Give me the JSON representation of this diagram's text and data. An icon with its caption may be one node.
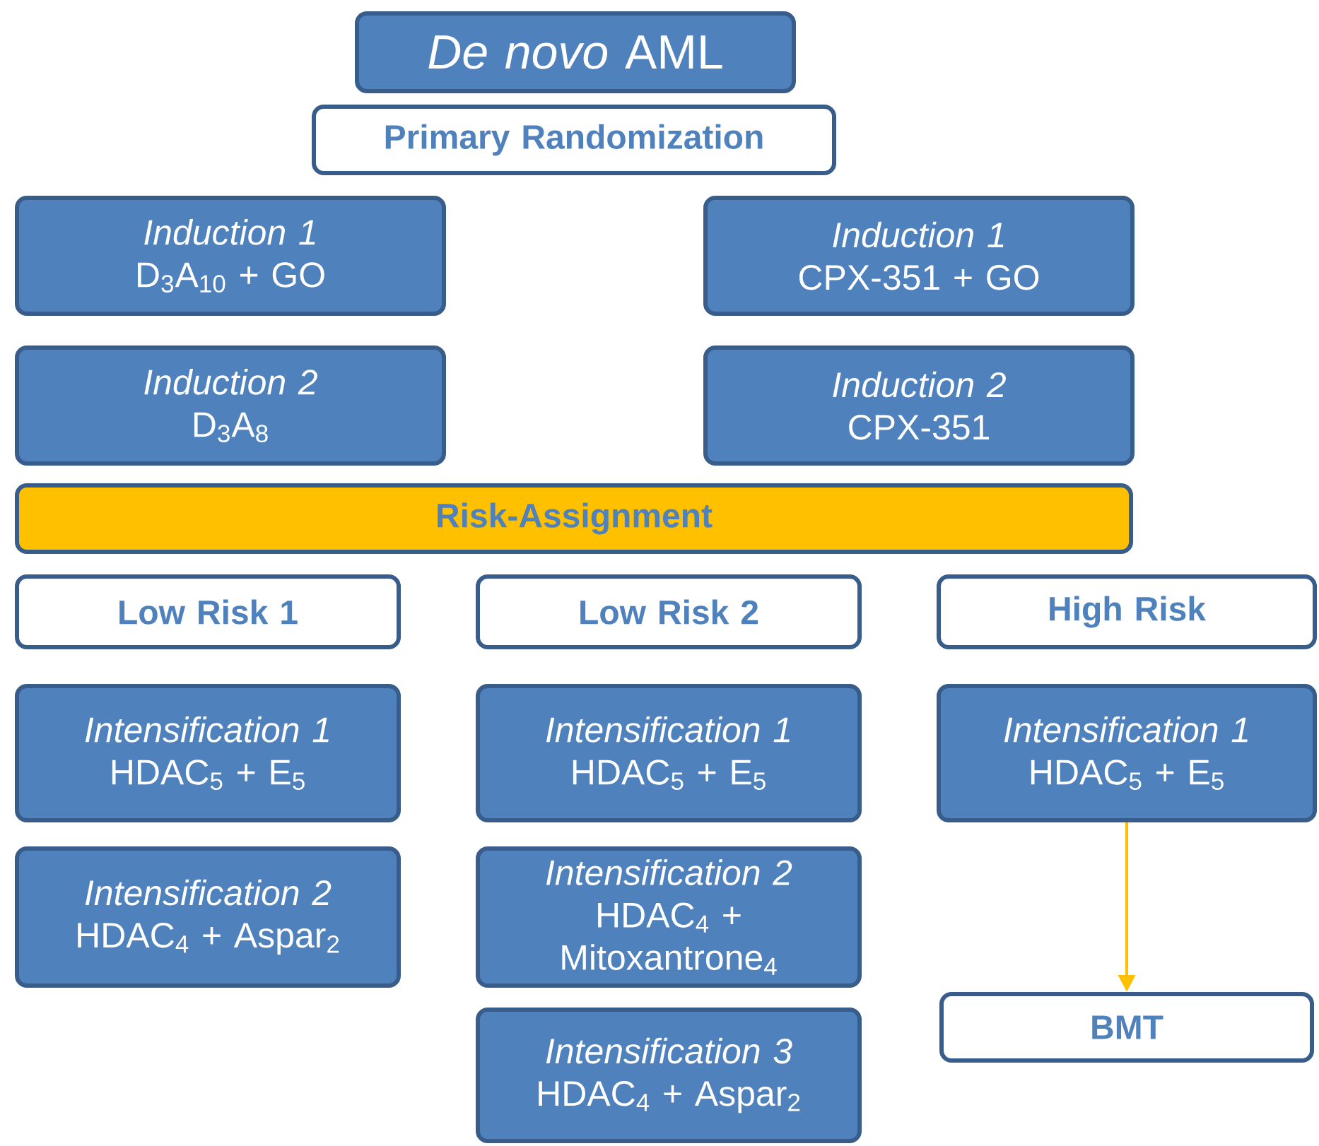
{
  "diagram": {
    "nodes": [
      {
        "text": [
          "*De novo* AML"
        ]
      },
      {
        "text": [
          "Primary Randomization"
        ]
      },
      {
        "text": [
          "Induction 1",
          "D$_{3}$A$_{10}$ + GO"
        ]
      },
      {
        "text": [
          "Induction 1",
          "CPX-351 + GO"
        ]
      },
      {
        "text": [
          "Induction 2",
          "D$_{3}$A$_{8}$"
        ]
      },
      {
        "text": [
          "Induction 2",
          "CPX-351"
        ]
      },
      {
        "text": [
          "Risk-Assignment"
        ]
      },
      {
        "text": [
          "Low Risk 1"
        ]
      },
      {
        "text": [
          "Low Risk 2"
        ]
      },
      {
        "text": [
          "High Risk"
        ]
      },
      {
        "text": [
          "Intensification 1",
          "HDAC$_{5}$ + E$_{5}$"
        ]
      },
      {
        "text": [
          "Intensification 2",
          "HDAC$_{4}$ + Aspar$_{2}$"
        ]
      },
      {
        "text": [
          "Intensification 1",
          "HDAC$_{5}$ + E$_{5}$"
        ]
      },
      {
        "text": [
          "Intensification 2",
          "HDAC$_{4}$ + Mitoxantrone$_{4}$"
        ]
      },
      {
        "text": [
          "Intensification 3",
          "HDAC$_{4}$ + Aspar$_{2}$"
        ]
      },
      {
        "text": [
          "Intensification 1",
          "HDAC$_{5}$ + E$_{5}$"
        ]
      },
      {
        "text": [
          "BMT"
        ]
      }
    ],
    "edges": [
      {
        "from": 15,
        "to": 16,
        "arrow": "to",
        "color": "#ffc000"
      }
    ]
  }
}
